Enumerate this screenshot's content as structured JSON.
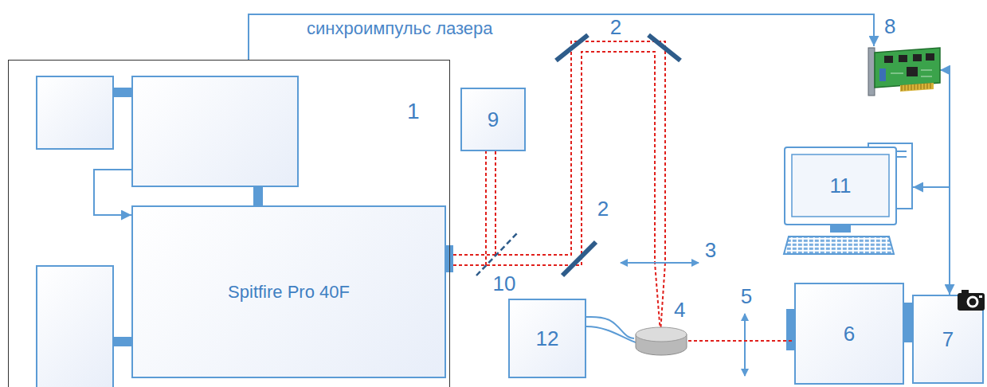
{
  "diagram": {
    "nodes": [
      {
        "text": [
          "1"
        ]
      },
      {
        "text": [],
        "in": 0
      },
      {
        "text": [],
        "in": 0
      },
      {
        "text": [],
        "in": 0
      },
      {
        "text": [
          "Spitfire Pro 40F"
        ],
        "in": 0
      },
      {
        "text": [
          "9"
        ]
      },
      {
        "text": [
          "8"
        ]
      },
      {
        "text": [
          "11"
        ]
      },
      {
        "text": [
          "12"
        ]
      },
      {
        "text": [
          "4"
        ]
      },
      {
        "text": [
          "6"
        ]
      },
      {
        "text": [
          "7"
        ]
      }
    ],
    "edges": [
      {
        "from": 1,
        "to": 2,
        "arrow": "none"
      },
      {
        "from": 2,
        "to": 4,
        "arrow": "none"
      },
      {
        "from": 3,
        "to": 4,
        "arrow": "none"
      },
      {
        "from": 2,
        "to": 4,
        "arrow": "to"
      },
      {
        "from": 0,
        "to": 6,
        "label": "синхроимпульс лазера",
        "arrow": "to"
      },
      {
        "from": 11,
        "to": 6,
        "arrow": "both"
      },
      {
        "from": 6,
        "to": 7,
        "arrow": "to"
      },
      {
        "from": 8,
        "to": 9,
        "arrow": "none"
      },
      {
        "from": 9,
        "to": 10,
        "arrow": "none"
      }
    ],
    "labels": [
      "2",
      "2",
      "3",
      "10",
      "5"
    ]
  }
}
